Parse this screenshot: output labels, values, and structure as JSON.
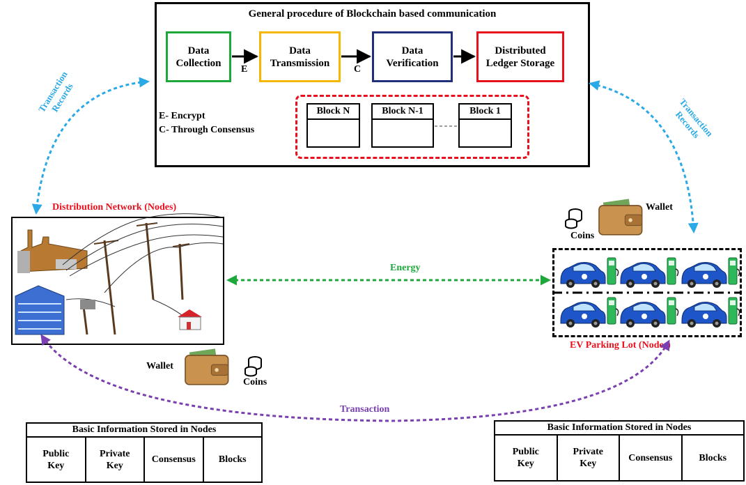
{
  "procedure": {
    "title": "General procedure of Blockchain based communication",
    "steps": [
      {
        "line1": "Data",
        "line2": "Collection",
        "color": "#1ea83c"
      },
      {
        "line1": "Data",
        "line2": "Transmission",
        "color": "#f5b800"
      },
      {
        "line1": "Data",
        "line2": "Verification",
        "color": "#1f2f7a"
      },
      {
        "line1": "Distributed",
        "line2": "Ledger Storage",
        "color": "#e8101c"
      }
    ],
    "arrow_labels": [
      "E",
      "C"
    ],
    "legend_encrypt": "E- Encrypt",
    "legend_consensus": "C- Through Consensus",
    "blocks": [
      "Block N",
      "Block N-1",
      "Block 1"
    ]
  },
  "left_node": {
    "title": "Distribution Network (Nodes)",
    "wallet_label": "Wallet",
    "coins_label": "Coins"
  },
  "right_node": {
    "title": "EV Parking Lot (Nodes)",
    "wallet_label": "Wallet",
    "coins_label": "Coins"
  },
  "links": {
    "records_left_line1": "Transaction",
    "records_left_line2": "Records",
    "records_right_line1": "Transaction",
    "records_right_line2": "Records",
    "energy": "Energy",
    "transaction": "Transaction"
  },
  "colors": {
    "records": "#2aa9e6",
    "energy": "#1ea83c",
    "transaction": "#7a3fb0",
    "node_title": "#e8101c"
  },
  "info_left": {
    "title": "Basic Information Stored in Nodes",
    "cells": [
      {
        "line1": "Public",
        "line2": "Key"
      },
      {
        "line1": "Private",
        "line2": "Key"
      },
      {
        "line1": "Consensus",
        "line2": ""
      },
      {
        "line1": "Blocks",
        "line2": ""
      }
    ]
  },
  "info_right": {
    "title": "Basic Information Stored in Nodes",
    "cells": [
      {
        "line1": "Public",
        "line2": "Key"
      },
      {
        "line1": "Private",
        "line2": "Key"
      },
      {
        "line1": "Consensus",
        "line2": ""
      },
      {
        "line1": "Blocks",
        "line2": ""
      }
    ]
  }
}
